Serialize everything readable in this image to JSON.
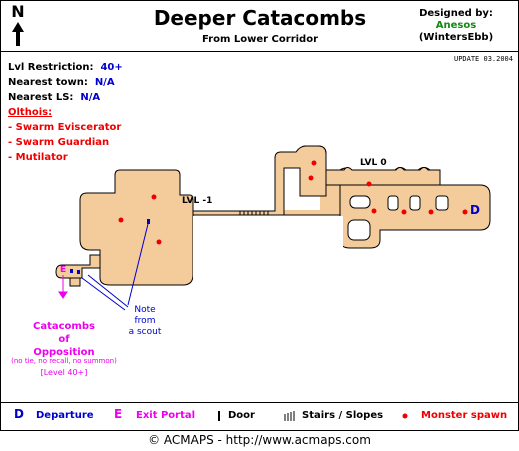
{
  "header": {
    "title": "Deeper Catacombs",
    "subtitle": "From Lower Corridor",
    "compass": "N",
    "designed_by_label": "Designed by:",
    "author": "Anesos",
    "server": "(WintersEbb)",
    "update": "UPDATE 03.2004"
  },
  "info": {
    "lvl_label": "Lvl Restriction:",
    "lvl_value": "40+",
    "town_label": "Nearest town:",
    "town_value": "N/A",
    "ls_label": "Nearest LS:",
    "ls_value": "N/A",
    "monsters_heading": "Olthois:",
    "monsters": [
      "- Swarm Eviscerator",
      "- Swarm Guardian",
      "- Mutilator"
    ]
  },
  "map": {
    "level_upper": "LVL -1",
    "level_lower": "LVL 0",
    "departure_marker": "D",
    "exit_marker": "E",
    "note": [
      "Note",
      "from",
      "a scout"
    ],
    "portal_name": [
      "Catacombs",
      "of",
      "Opposition"
    ],
    "portal_restrictions": "(no tie, no recall, no summon)",
    "portal_level": "[Level 40+]",
    "floor_color": "#f4cc9c",
    "spawn_color": "#ee0000"
  },
  "legend": {
    "departure_icon": "D",
    "departure": "Departure",
    "exit_icon": "E",
    "exit": "Exit Portal",
    "door": "Door",
    "stairs": "Stairs / Slopes",
    "spawn": "Monster spawn"
  },
  "footer": "© ACMAPS - http://www.acmaps.com"
}
